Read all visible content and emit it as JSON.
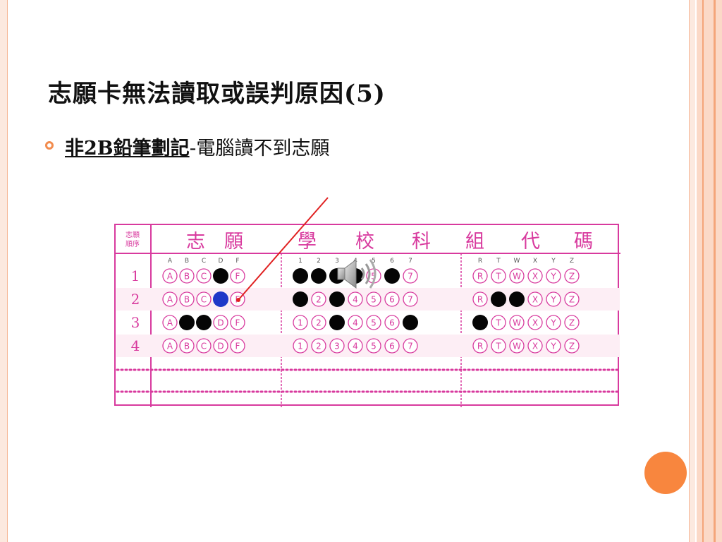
{
  "slide": {
    "title": "志願卡無法讀取或誤判原因(5)",
    "bullet_emphasis": "非2B鉛筆劃記",
    "bullet_rest": "-電腦讀不到志願"
  },
  "card": {
    "header": {
      "order_label_top": "志願",
      "order_label_bottom": "順序",
      "section1": "志　願",
      "section2": [
        "學",
        "校",
        "科"
      ],
      "section3": [
        "組",
        "代",
        "碼"
      ]
    },
    "col_letters_1": [
      "A",
      "B",
      "C",
      "D",
      "F"
    ],
    "col_numbers_2": [
      "1",
      "2",
      "3",
      "4",
      "5",
      "6",
      "7"
    ],
    "col_letters_3": [
      "R",
      "T",
      "W",
      "X",
      "Y",
      "Z"
    ],
    "rows": [
      {
        "num": "1",
        "filled1": [
          3
        ],
        "blue1": [],
        "filled2": [
          0,
          1,
          2,
          3,
          5
        ],
        "filled3": []
      },
      {
        "num": "2",
        "filled1": [],
        "blue1": [
          3
        ],
        "filled2": [
          0,
          2
        ],
        "filled3": [
          1,
          2
        ]
      },
      {
        "num": "3",
        "filled1": [
          1,
          2
        ],
        "blue1": [],
        "filled2": [
          2,
          6
        ],
        "filled3": [
          0
        ]
      },
      {
        "num": "4",
        "filled1": [],
        "blue1": [],
        "filled2": [],
        "filled3": []
      }
    ]
  },
  "colors": {
    "accent": "#f8863e",
    "card_border": "#d83a9e",
    "bubble_outline": "#d83a9e",
    "pointer_line": "#e02020",
    "blue_mark": "#1e38c8"
  },
  "icons": {
    "speaker": "speaker-icon",
    "bullet": "bullet-circle-icon"
  }
}
